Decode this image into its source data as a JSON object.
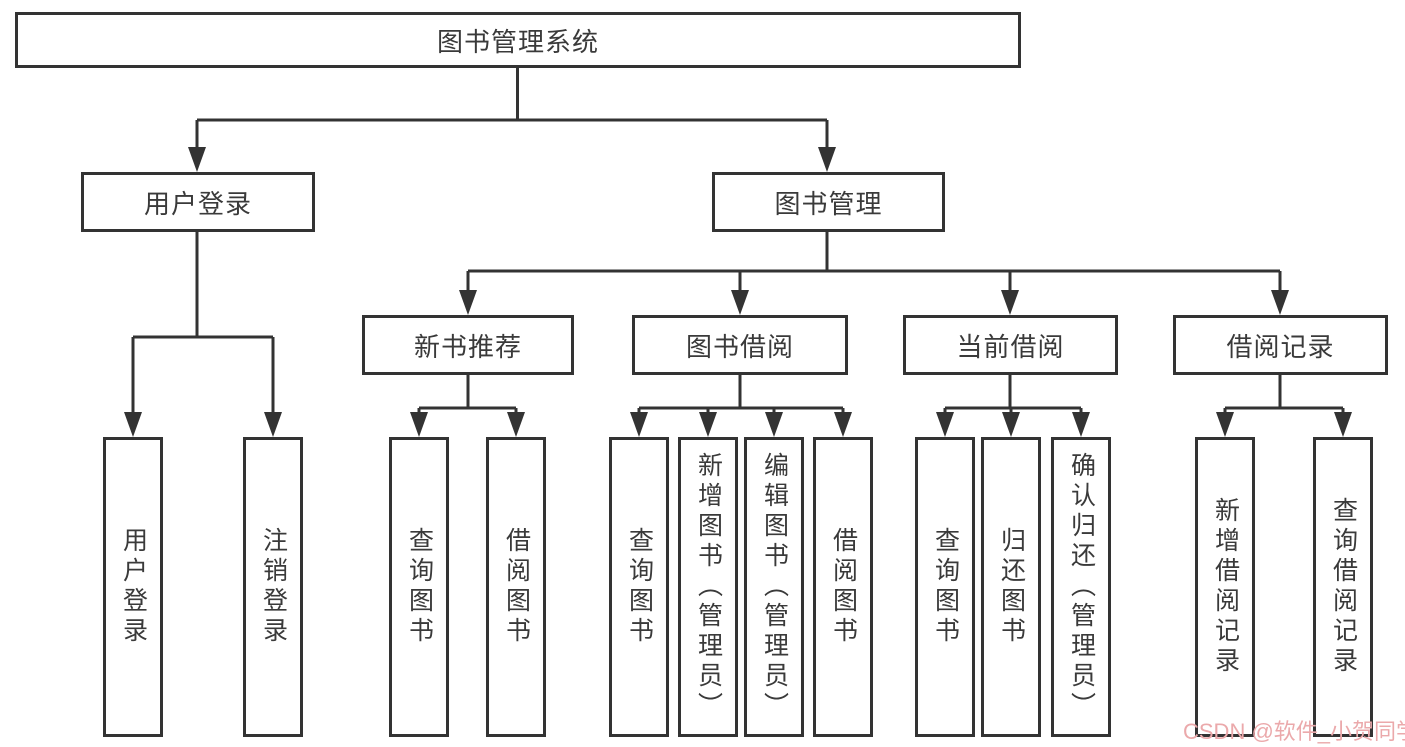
{
  "diagram": {
    "root": {
      "label": "图书管理系统"
    },
    "branches": [
      {
        "label": "用户登录",
        "children": [
          {
            "label": "用户登录"
          },
          {
            "label": "注销登录"
          }
        ]
      },
      {
        "label": "图书管理",
        "groups": [
          {
            "label": "新书推荐",
            "children": [
              {
                "label": "查询图书"
              },
              {
                "label": "借阅图书"
              }
            ]
          },
          {
            "label": "图书借阅",
            "children": [
              {
                "label": "查询图书"
              },
              {
                "label": "新增图书（管理员）"
              },
              {
                "label": "编辑图书（管理员）"
              },
              {
                "label": "借阅图书"
              }
            ]
          },
          {
            "label": "当前借阅",
            "children": [
              {
                "label": "查询图书"
              },
              {
                "label": "归还图书"
              },
              {
                "label": "确认归还（管理员）"
              }
            ]
          },
          {
            "label": "借阅记录",
            "children": [
              {
                "label": "新增借阅记录"
              },
              {
                "label": "查询借阅记录"
              }
            ]
          }
        ]
      }
    ]
  },
  "watermark": {
    "text": "CSDN @软件_小贺同学",
    "color": "#eba9ab"
  },
  "colors": {
    "line": "#333333",
    "box_border": "#333333",
    "box_fill": "#ffffff",
    "text": "#3a3a3a",
    "background": "#ffffff",
    "watermark": "#eba9ab"
  }
}
